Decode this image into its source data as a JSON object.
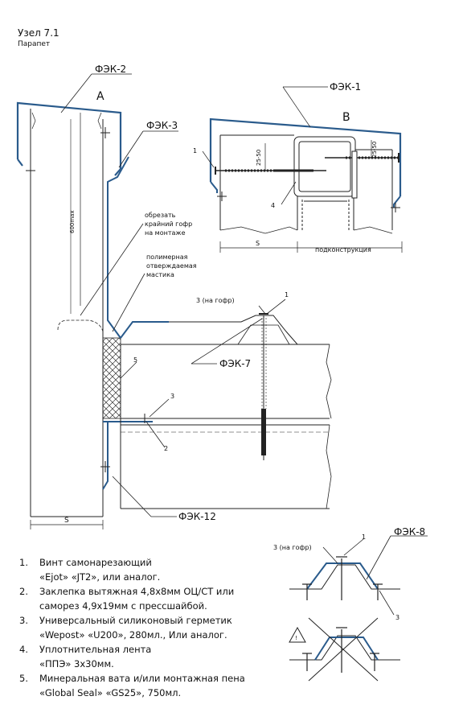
{
  "header": {
    "title": "Узел 7.1",
    "subtitle": "Парапет"
  },
  "labels": {
    "fek2": "ФЭК-2",
    "fek1": "ФЭК-1",
    "fek3": "ФЭК-3",
    "fek7": "ФЭК-7",
    "fek12": "ФЭК-12",
    "fek8": "ФЭК-8",
    "view_a": "А",
    "view_b": "В",
    "dim_600": "600max",
    "dim_s_left": "S",
    "dim_s_b": "S",
    "dim_25_50_a": "25-50",
    "dim_25_50_b": "25-50",
    "subconstruction": "подконструкция",
    "note_cut_1": "обрезать",
    "note_cut_2": "крайний гофр",
    "note_cut_3": "на монтаже",
    "note_mastic_1": "полимерная",
    "note_mastic_2": "отверждаемая",
    "note_mastic_3": "мастика",
    "corr_3a": "3 (на гофр)",
    "corr_3b": "3 (на гофр)",
    "n1_a": "1",
    "n1_b": "1",
    "n1_c": "1",
    "n2": "2",
    "n3_a": "3",
    "n3_b": "3",
    "n4": "4",
    "n5": "5",
    "warn": "!"
  },
  "notes": [
    {
      "num": "1.",
      "line1": "Винт самонарезающий",
      "line2": "«Ejot» «JT2», или аналог."
    },
    {
      "num": "2.",
      "line1": "Заклепка вытяжная 4,8x8мм ОЦ/СТ или",
      "line2": "саморез 4,9x19мм с прессшайбой."
    },
    {
      "num": "3.",
      "line1": "Универсальный силиконовый герметик",
      "line2": "«Wepost» «U200», 280мл., Или аналог."
    },
    {
      "num": "4.",
      "line1": "Уплотнительная лента",
      "line2": "«ППЭ» 3x30мм."
    },
    {
      "num": "5.",
      "line1": "Минеральная вата и/или монтажная пена",
      "line2": "«Global Seal» «GS25», 750мл."
    }
  ],
  "colors": {
    "flashing": "#2a5b8c",
    "line": "#222222"
  }
}
